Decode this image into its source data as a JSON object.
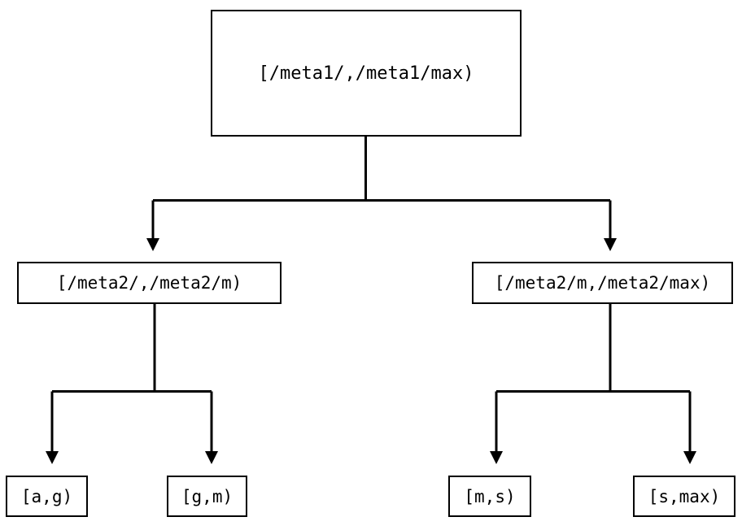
{
  "diagram": {
    "type": "tree",
    "orientation": "top-down",
    "background_color": "#ffffff",
    "line_color": "#000000",
    "node_border_color": "#000000",
    "node_fill_color": "#ffffff",
    "arrowhead": "filled-triangle-down",
    "nodes": {
      "root": {
        "label": "[/meta1/,/meta1/max)"
      },
      "mid_left": {
        "label": "[/meta2/,/meta2/m)"
      },
      "mid_right": {
        "label": "[/meta2/m,/meta2/max)"
      },
      "leaf_1": {
        "label": "[a,g)"
      },
      "leaf_2": {
        "label": "[g,m)"
      },
      "leaf_3": {
        "label": "[m,s)"
      },
      "leaf_4": {
        "label": "[s,max)"
      }
    },
    "edges": [
      {
        "from": "root",
        "to": "mid_left"
      },
      {
        "from": "root",
        "to": "mid_right"
      },
      {
        "from": "mid_left",
        "to": "leaf_1"
      },
      {
        "from": "mid_left",
        "to": "leaf_2"
      },
      {
        "from": "mid_right",
        "to": "leaf_3"
      },
      {
        "from": "mid_right",
        "to": "leaf_4"
      }
    ]
  }
}
